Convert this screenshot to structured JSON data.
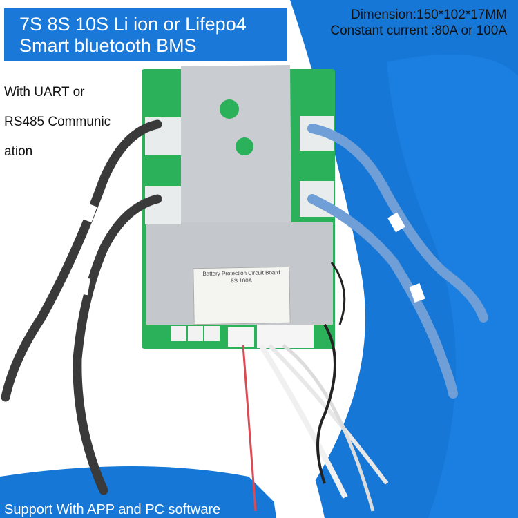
{
  "banner": {
    "line1": "7S 8S 10S Li ion or Lifepo4",
    "line2": "Smart bluetooth BMS"
  },
  "specs": {
    "dimension": "Dimension:150*102*17MM",
    "current": "Constant current :80A or 100A"
  },
  "side_note": {
    "line1": "With UART or",
    "line2": "RS485 Communic",
    "line3": "ation"
  },
  "footer": {
    "text": "Support With APP and PC software"
  },
  "colors": {
    "banner_blue": "#1a78d8",
    "background_blue": "#1677d6",
    "pcb_green": "#2bb15a",
    "heatsink_silver": "#c9ccd0",
    "cable_blue": "#6f9fd6",
    "cable_black": "#3a3a3a"
  },
  "photo": {
    "board_label_title": "Battery Protection Circuit Board",
    "board_label_model": "8S    100A"
  }
}
